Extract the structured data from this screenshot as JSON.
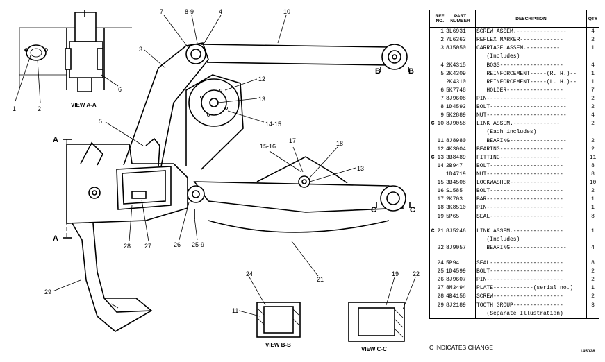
{
  "callouts": {
    "c1": "1",
    "c2": "2",
    "c3": "3",
    "c4": "4",
    "c5": "5",
    "c6": "6",
    "c7": "7",
    "c8": "8-9",
    "c10": "10",
    "c11": "11",
    "c12": "12",
    "c13a": "13",
    "c13b": "13",
    "c14": "14-15",
    "c15": "15-16",
    "c17": "17",
    "c18": "18",
    "c19": "19",
    "c21": "21",
    "c22": "22",
    "c24": "24",
    "c25": "25-9",
    "c26": "26",
    "c27": "27",
    "c28": "28",
    "c29": "29"
  },
  "section_marks": {
    "a_top": "A",
    "a_bottom": "A",
    "b_left": "B",
    "b_right": "B",
    "c_left": "C",
    "c_right": "C"
  },
  "views": {
    "view_aa": "VIEW A-A",
    "view_bb": "VIEW B-B",
    "view_cc": "VIEW C-C"
  },
  "table": {
    "headers": {
      "ref": "REF. NO.",
      "part": "PART NUMBER",
      "desc": "DESCRIPTION",
      "qty": "QTY"
    },
    "rows": [
      {
        "flag": "",
        "ref": "1",
        "part": "3L6931",
        "desc": "SCREW ASSEM.---------------",
        "qty": "4"
      },
      {
        "flag": "",
        "ref": "2",
        "part": "7L6363",
        "desc": "REFLEX MARKER-------------",
        "qty": "2"
      },
      {
        "flag": "",
        "ref": "3",
        "part": "8J5050",
        "desc": "CARRIAGE ASSEM.----------",
        "qty": "1"
      },
      {
        "flag": "",
        "ref": "",
        "part": "",
        "desc": "   (Includes)",
        "qty": ""
      },
      {
        "flag": "",
        "ref": "4",
        "part": "2K4315",
        "desc": "   BOSS-------------------",
        "qty": "4"
      },
      {
        "flag": "",
        "ref": "5",
        "part": "2K4309",
        "desc": "   REINFORCEMENT-----(R. H.)--",
        "qty": "1"
      },
      {
        "flag": "",
        "ref": "",
        "part": "2K4310",
        "desc": "   REINFORCEMENT-----(L. H.)--",
        "qty": "1"
      },
      {
        "flag": "",
        "ref": "6",
        "part": "5K7748",
        "desc": "   HOLDER-----------------",
        "qty": "7"
      },
      {
        "flag": "",
        "ref": "7",
        "part": "8J9608",
        "desc": "PIN------------------------",
        "qty": "2"
      },
      {
        "flag": "",
        "ref": "8",
        "part": "1D4593",
        "desc": "BOLT-----------------------",
        "qty": "2"
      },
      {
        "flag": "",
        "ref": "9",
        "part": "5K2889",
        "desc": "NUT------------------------",
        "qty": "4"
      },
      {
        "flag": "C",
        "ref": "10",
        "part": "8J9058",
        "desc": "LINK ASSEM.--------------",
        "qty": "2"
      },
      {
        "flag": "",
        "ref": "",
        "part": "",
        "desc": "   (Each includes)",
        "qty": ""
      },
      {
        "flag": "",
        "ref": "11",
        "part": "8J8980",
        "desc": "   BEARING-----------------",
        "qty": "2"
      },
      {
        "flag": "",
        "ref": "12",
        "part": "4K3004",
        "desc": "BEARING-------------------",
        "qty": "2"
      },
      {
        "flag": "C",
        "ref": "13",
        "part": "3B8489",
        "desc": "FITTING------------------",
        "qty": "11"
      },
      {
        "flag": "",
        "ref": "14",
        "part": "2B947",
        "desc": "BOLT----------------------",
        "qty": "8"
      },
      {
        "flag": "",
        "ref": "",
        "part": "1D4719",
        "desc": "NUT-----------------------",
        "qty": "8"
      },
      {
        "flag": "",
        "ref": "15",
        "part": "3B4508",
        "desc": "LOCKWASHER---------------",
        "qty": "10"
      },
      {
        "flag": "",
        "ref": "16",
        "part": "S1585",
        "desc": "BOLT----------------------",
        "qty": "2"
      },
      {
        "flag": "",
        "ref": "17",
        "part": "2K703",
        "desc": "BAR-----------------------",
        "qty": "1"
      },
      {
        "flag": "",
        "ref": "18",
        "part": "3K8510",
        "desc": "PIN-----------------------",
        "qty": "1"
      },
      {
        "flag": "",
        "ref": "19",
        "part": "5P65",
        "desc": "SEAL----------------------",
        "qty": "8"
      },
      {
        "flag": "",
        "ref": "",
        "part": "",
        "desc": "",
        "qty": ""
      },
      {
        "flag": "C",
        "ref": "21",
        "part": "8J5246",
        "desc": "LINK ASSEM.---------------",
        "qty": "1"
      },
      {
        "flag": "",
        "ref": "",
        "part": "",
        "desc": "   (Includes)",
        "qty": ""
      },
      {
        "flag": "",
        "ref": "22",
        "part": "8J9057",
        "desc": "   BEARING-----------------",
        "qty": "4"
      },
      {
        "flag": "",
        "ref": "",
        "part": "",
        "desc": "",
        "qty": ""
      },
      {
        "flag": "",
        "ref": "24",
        "part": "5P94",
        "desc": "SEAL----------------------",
        "qty": "8"
      },
      {
        "flag": "",
        "ref": "25",
        "part": "1D4599",
        "desc": "BOLT----------------------",
        "qty": "2"
      },
      {
        "flag": "",
        "ref": "26",
        "part": "8J9607",
        "desc": "PIN-----------------------",
        "qty": "2"
      },
      {
        "flag": "",
        "ref": "27",
        "part": "8M3494",
        "desc": "PLATE------------(serial no.)",
        "qty": "1"
      },
      {
        "flag": "",
        "ref": "28",
        "part": "4B4158",
        "desc": "SCREW---------------------",
        "qty": "2"
      },
      {
        "flag": "",
        "ref": "29",
        "part": "8J2189",
        "desc": "TOOTH GROUP---------------",
        "qty": "3"
      },
      {
        "flag": "",
        "ref": "",
        "part": "",
        "desc": "   (Separate Illustration)",
        "qty": ""
      }
    ]
  },
  "footer": {
    "change_note": "C INDICATES CHANGE",
    "sheet_no": "145028"
  }
}
